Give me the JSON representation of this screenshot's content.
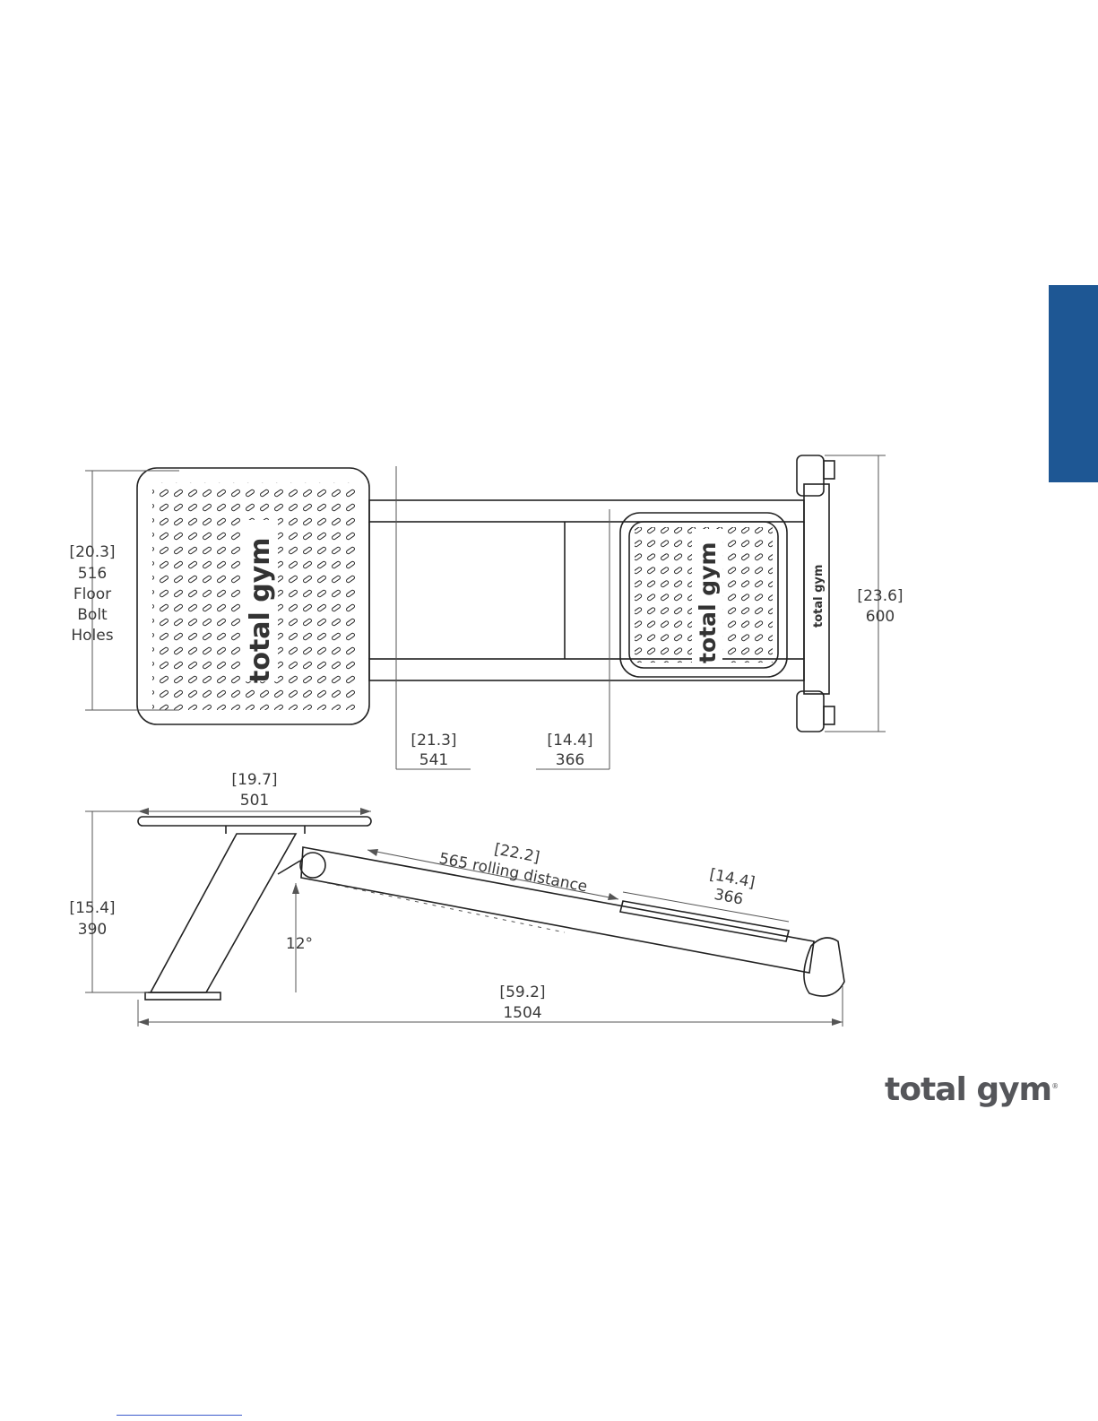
{
  "colors": {
    "tab": "#1e5794",
    "line": "#222222",
    "dim": "#555555",
    "logo": "#55565a"
  },
  "top_view": {
    "floor_bolt": {
      "in": "20.3",
      "mm": "516",
      "label1": "Floor",
      "label2": "Bolt",
      "label3": "Holes"
    },
    "depth": {
      "in": "21.3",
      "mm": "541"
    },
    "pad_offset": {
      "in": "14.4",
      "mm": "366"
    },
    "width": {
      "in": "23.6",
      "mm": "600"
    },
    "logo_text": "total gym"
  },
  "side_view": {
    "platform": {
      "in": "19.7",
      "mm": "501"
    },
    "rolling": {
      "in": "22.2",
      "mm": "565",
      "label": "rolling distance"
    },
    "pad": {
      "in": "14.4",
      "mm": "366"
    },
    "height": {
      "in": "15.4",
      "mm": "390"
    },
    "angle": "12°",
    "length": {
      "in": "59.2",
      "mm": "1504"
    }
  },
  "footer_logo": "total gym",
  "footer_logo_mark": "®"
}
